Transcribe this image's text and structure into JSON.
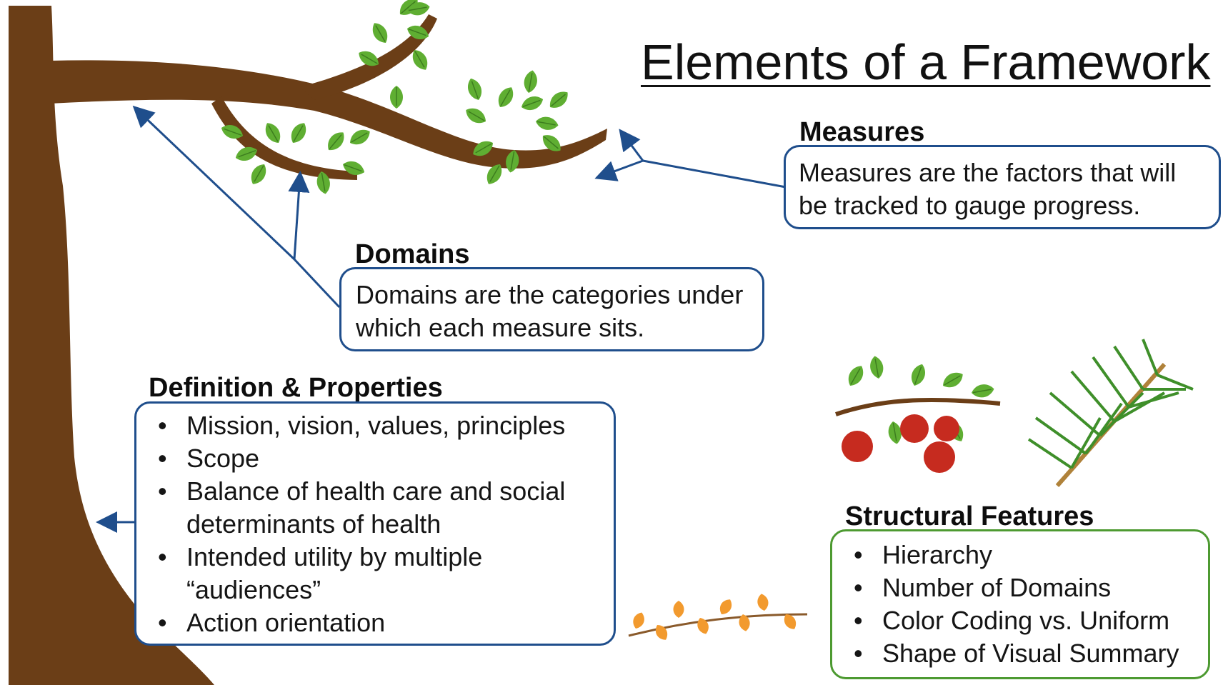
{
  "title": "Elements of a Framework",
  "measures": {
    "heading": "Measures",
    "text": "Measures are the factors that will be tracked to gauge progress."
  },
  "domains": {
    "heading": "Domains",
    "text": "Domains are the categories under which each measure sits."
  },
  "definition": {
    "heading": "Definition & Properties",
    "items": [
      "Mission, vision, values, principles",
      "Scope",
      "Balance of health care and social determinants of health",
      "Intended utility by multiple “audiences”",
      "Action orientation"
    ]
  },
  "structural": {
    "heading": "Structural Features",
    "items": [
      "Hierarchy",
      "Number of Domains",
      "Color Coding vs. Uniform",
      "Shape of Visual Summary"
    ]
  },
  "colors": {
    "trunk": "#6b3e17",
    "arrow": "#1f4e8c",
    "leaf": "#5fae32",
    "green_border": "#4d9a31",
    "apple": "#c62b1f",
    "pine": "#3f8f2a"
  }
}
